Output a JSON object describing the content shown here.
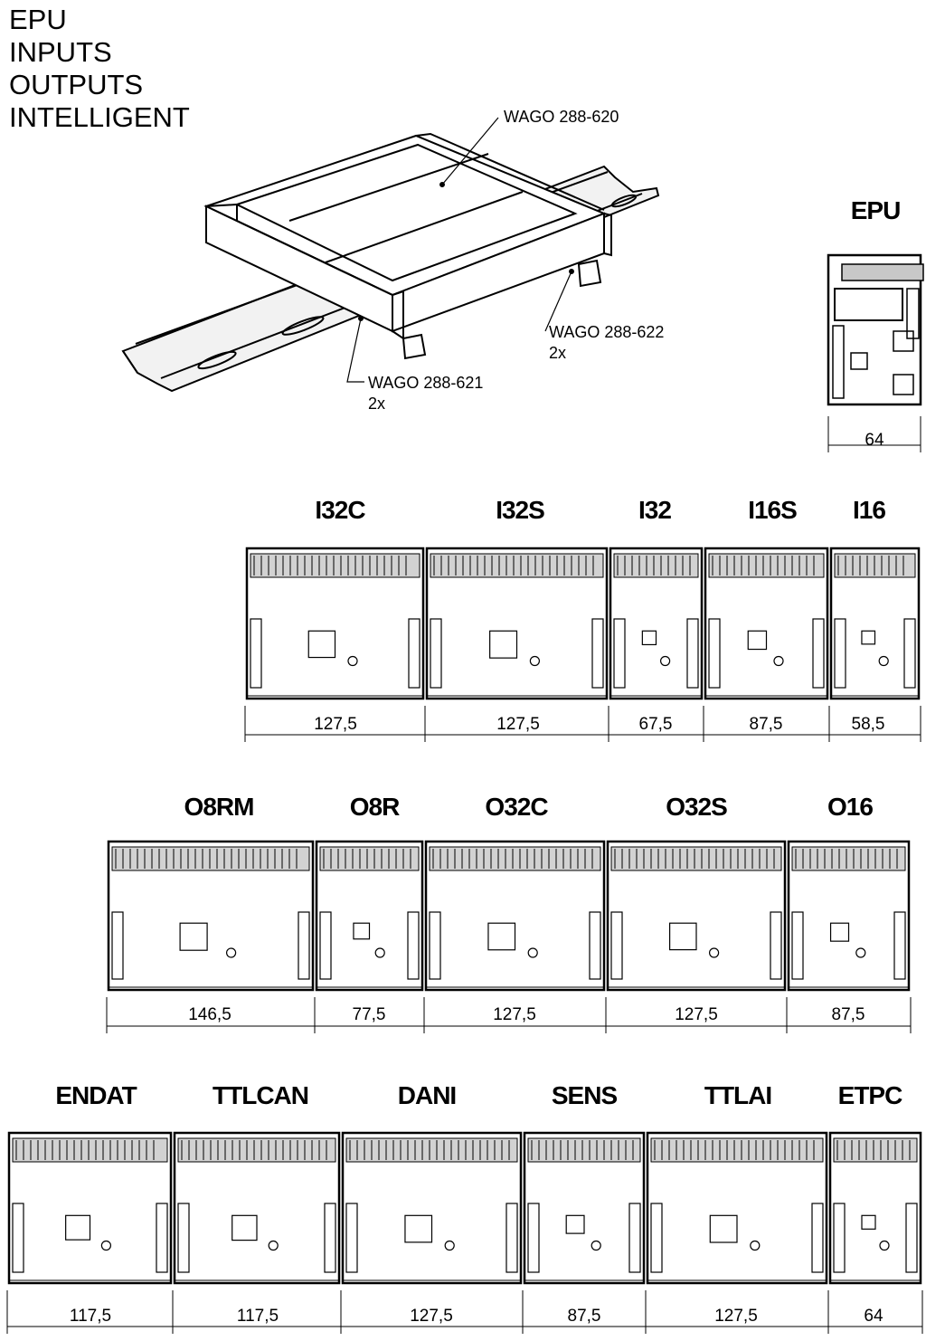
{
  "headings": [
    "EPU",
    "INPUTS",
    "OUTPUTS",
    "INTELLIGENT"
  ],
  "callouts": {
    "top": "WAGO 288-620",
    "foot_line1": "WAGO 288-622",
    "foot_line2": "2x",
    "side_line1": "WAGO 288-621",
    "side_line2": "2x"
  },
  "epu": {
    "title": "EPU",
    "width": "64"
  },
  "inputs": [
    {
      "name": "I32C",
      "width": "127,5"
    },
    {
      "name": "I32S",
      "width": "127,5"
    },
    {
      "name": "I32",
      "width": "67,5"
    },
    {
      "name": "I16S",
      "width": "87,5"
    },
    {
      "name": "I16",
      "width": "58,5"
    }
  ],
  "outputs": [
    {
      "name": "O8RM",
      "width": "146,5"
    },
    {
      "name": "O8R",
      "width": "77,5"
    },
    {
      "name": "O32C",
      "width": "127,5"
    },
    {
      "name": "O32S",
      "width": "127,5"
    },
    {
      "name": "O16",
      "width": "87,5"
    }
  ],
  "intelligent": [
    {
      "name": "ENDAT",
      "width": "117,5"
    },
    {
      "name": "TTLCAN",
      "width": "117,5"
    },
    {
      "name": "DANI",
      "width": "127,5"
    },
    {
      "name": "SENS",
      "width": "87,5"
    },
    {
      "name": "TTLAI",
      "width": "127,5"
    },
    {
      "name": "ETPC",
      "width": "64"
    }
  ]
}
